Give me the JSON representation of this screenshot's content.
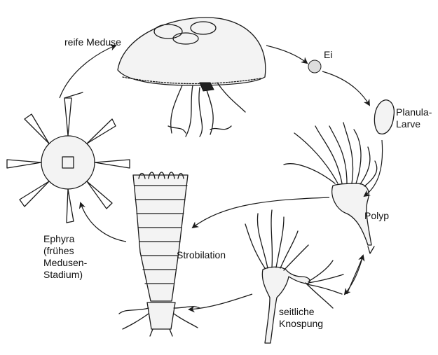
{
  "labels": {
    "adult_medusa": "reife Meduse",
    "egg": "Ei",
    "planula_1": "Planula-",
    "planula_2": "Larve",
    "polyp": "Polyp",
    "strobilation": "Strobilation",
    "ephyra_1": "Ephyra",
    "ephyra_2": "(frühes",
    "ephyra_3": "Medusen-",
    "ephyra_4": "Stadium)",
    "budding_1": "seitliche",
    "budding_2": "Knospung"
  },
  "colors": {
    "ink": "#1a1a1a",
    "paper": "#ffffff",
    "shade": "#f3f3f3"
  }
}
